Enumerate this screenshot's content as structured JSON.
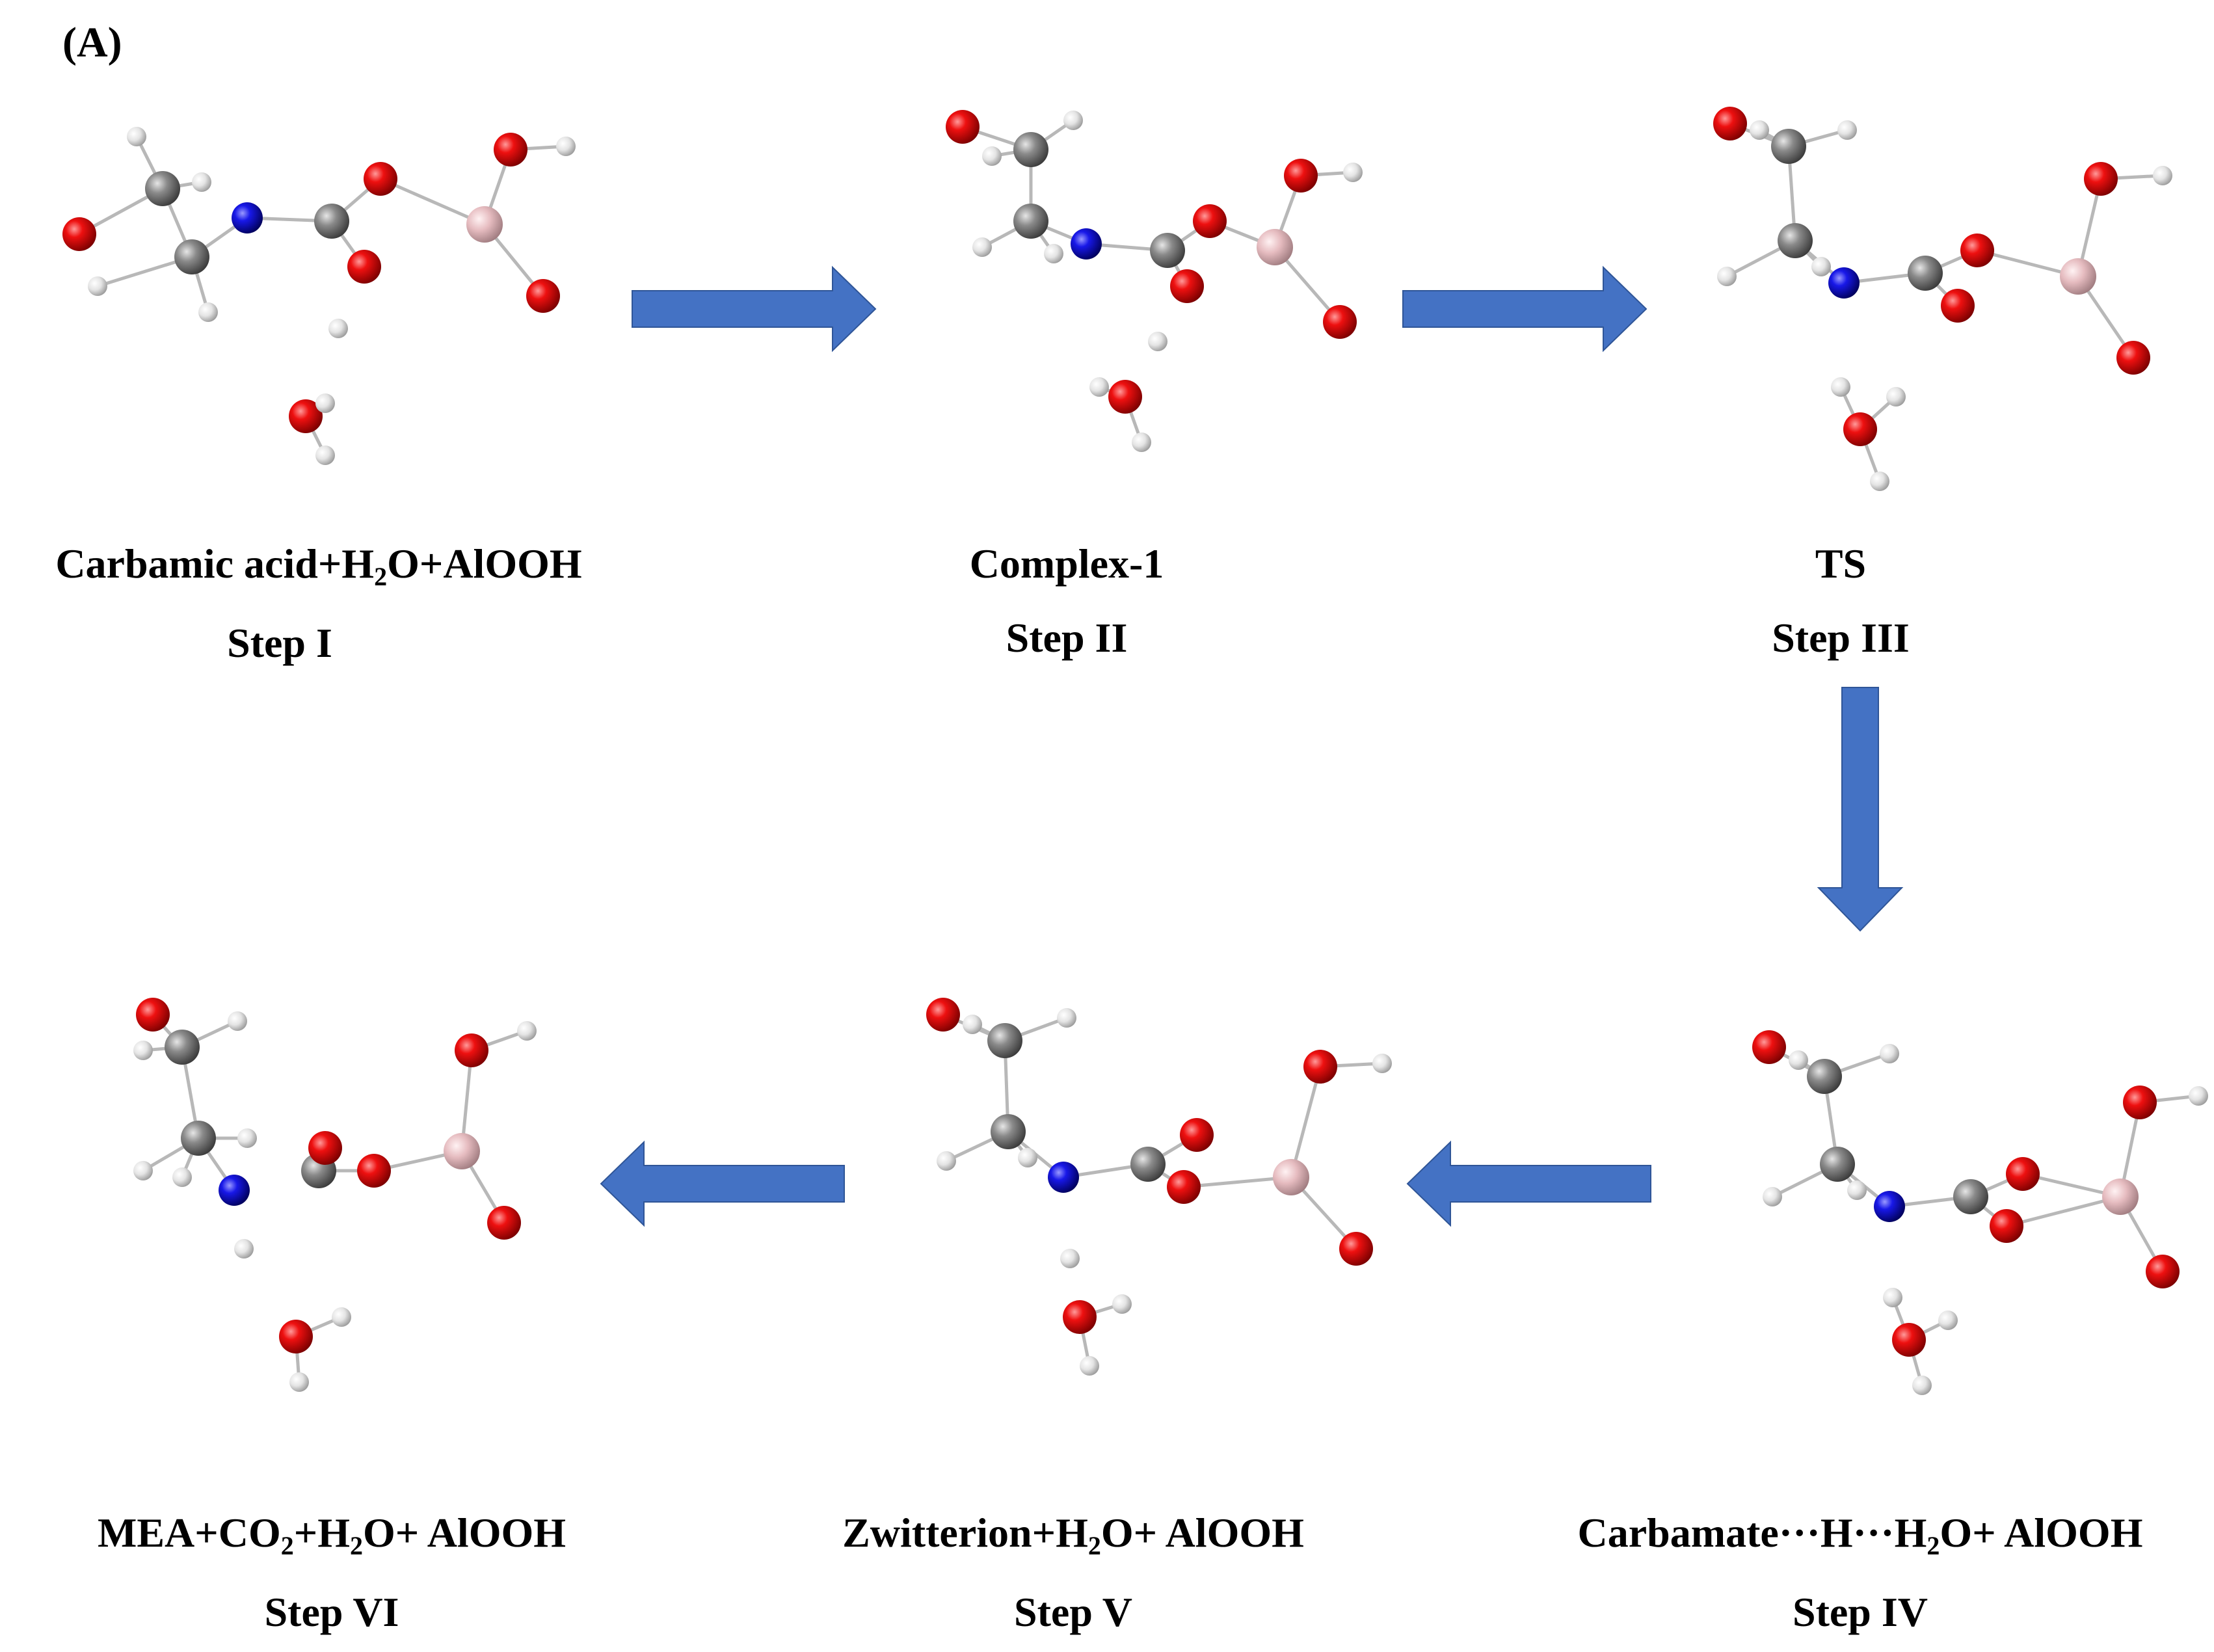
{
  "panel_label": "(A)",
  "stages": [
    {
      "id": "step1",
      "name_parts": [
        "Carbamic acid+H",
        "2",
        "O+AlOOH"
      ],
      "step": "Step I"
    },
    {
      "id": "step2",
      "name_parts": [
        "Complex-1"
      ],
      "step": "Step II"
    },
    {
      "id": "step3",
      "name_parts": [
        "TS"
      ],
      "step": "Step III"
    },
    {
      "id": "step4",
      "name_parts": [
        "Carbamate···H···H",
        "2",
        "O+ AlOOH"
      ],
      "step": "Step IV"
    },
    {
      "id": "step5",
      "name_parts": [
        "Zwitterion+H",
        "2",
        "O+ AlOOH"
      ],
      "step": "Step V"
    },
    {
      "id": "step6",
      "name_parts": [
        "MEA+CO",
        "2",
        "+H",
        "2",
        "O+ AlOOH"
      ],
      "step": "Step VI"
    }
  ],
  "colors": {
    "arrow": "#4472C4",
    "oxygen": "#E00000",
    "nitrogen": "#1010E0",
    "carbon": "#808080",
    "hydrogen": "#E8E8E8",
    "aluminum": "#E8BEC2"
  }
}
